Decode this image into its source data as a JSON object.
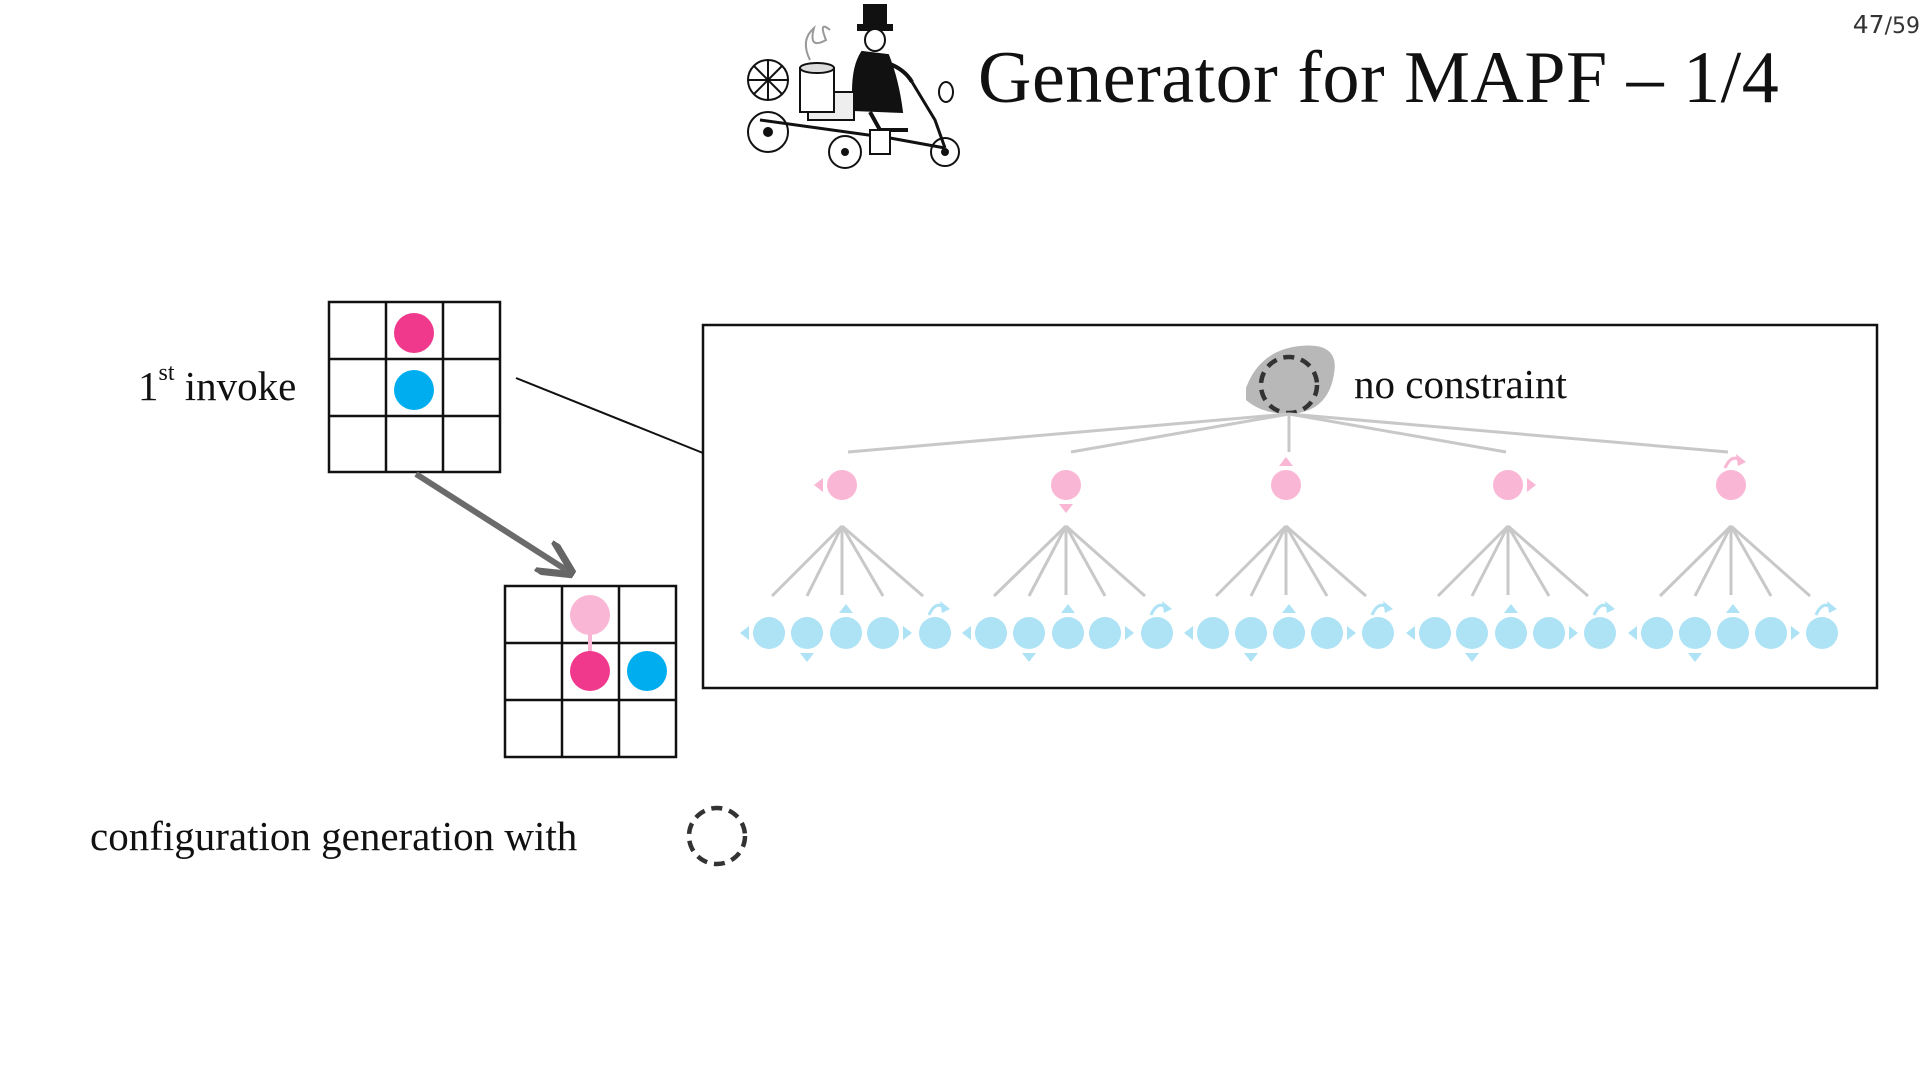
{
  "slide": {
    "title": "Generator for MAPF – 1/4",
    "page_current": "47",
    "page_total": "/59"
  },
  "labels": {
    "invoke_number": "1",
    "invoke_sup": "st",
    "invoke_word": " invoke",
    "no_constraint": "no constraint",
    "configuration_generation": "configuration generation with"
  },
  "colors": {
    "agent_pink": "#f0388c",
    "agent_pink_light": "#f9b6d5",
    "agent_blue": "#00aeef",
    "agent_blue_light": "#aee3f6",
    "tree_line": "#c8c8c8",
    "constraint_blob": "#b8b8b8",
    "arrow": "#666666"
  },
  "icons": {
    "illustration": "steam-vehicle-illustration",
    "dashed_circle": "dashed-circle-icon"
  },
  "tree": {
    "pink_moves": [
      "left",
      "down",
      "up",
      "right",
      "stay"
    ],
    "blue_moves": [
      "left",
      "down",
      "up",
      "right",
      "stay"
    ]
  }
}
